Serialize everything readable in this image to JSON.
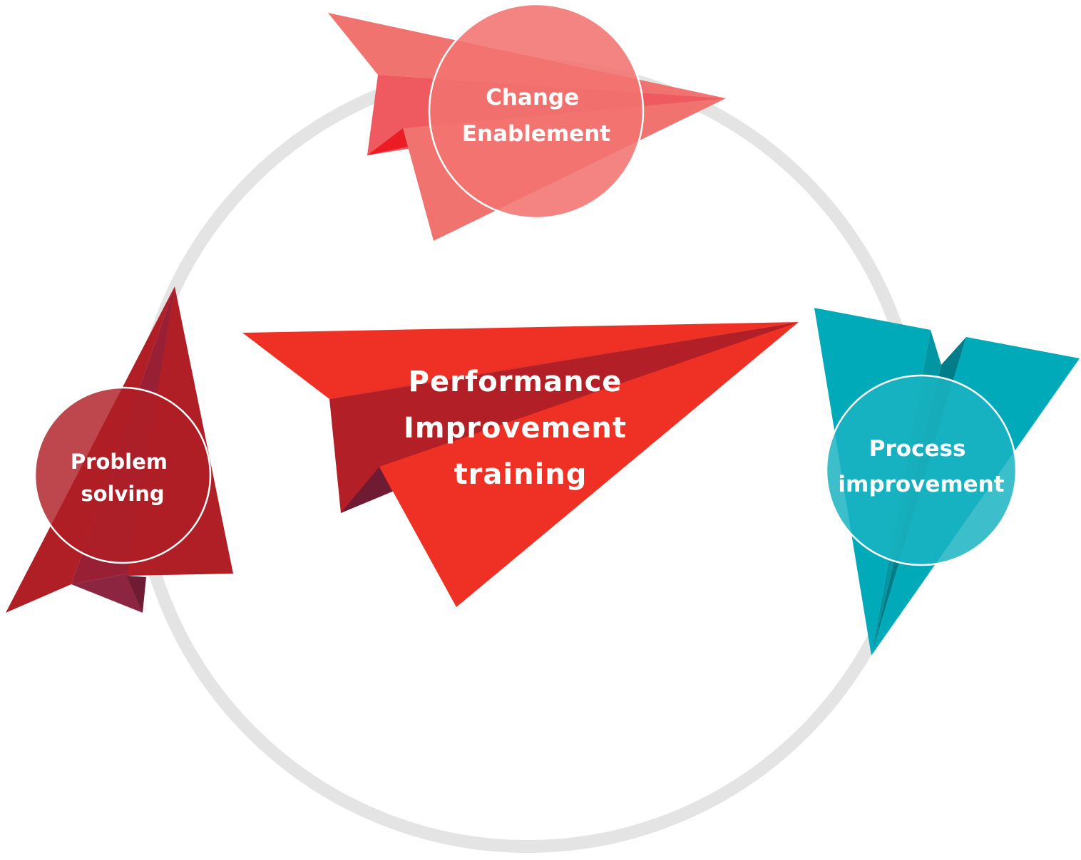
{
  "center": {
    "lines": [
      "Performance",
      "Improvement",
      "training"
    ]
  },
  "nodes": [
    {
      "id": "change-enablement",
      "lines": [
        "Change",
        "Enablement"
      ],
      "color": "#f17370"
    },
    {
      "id": "process-improvement",
      "lines": [
        "Process",
        "improvement"
      ],
      "color": "#00aab9"
    },
    {
      "id": "problem-solving",
      "lines": [
        "Problem",
        "solving"
      ],
      "color": "#b01e26"
    }
  ],
  "colors": {
    "ring": "#e4e4e4",
    "center_plane": "#ee3124",
    "center_plane_dark": "#b31f26",
    "center_plane_shadow": "#6e1b33",
    "text": "#ffffff"
  }
}
